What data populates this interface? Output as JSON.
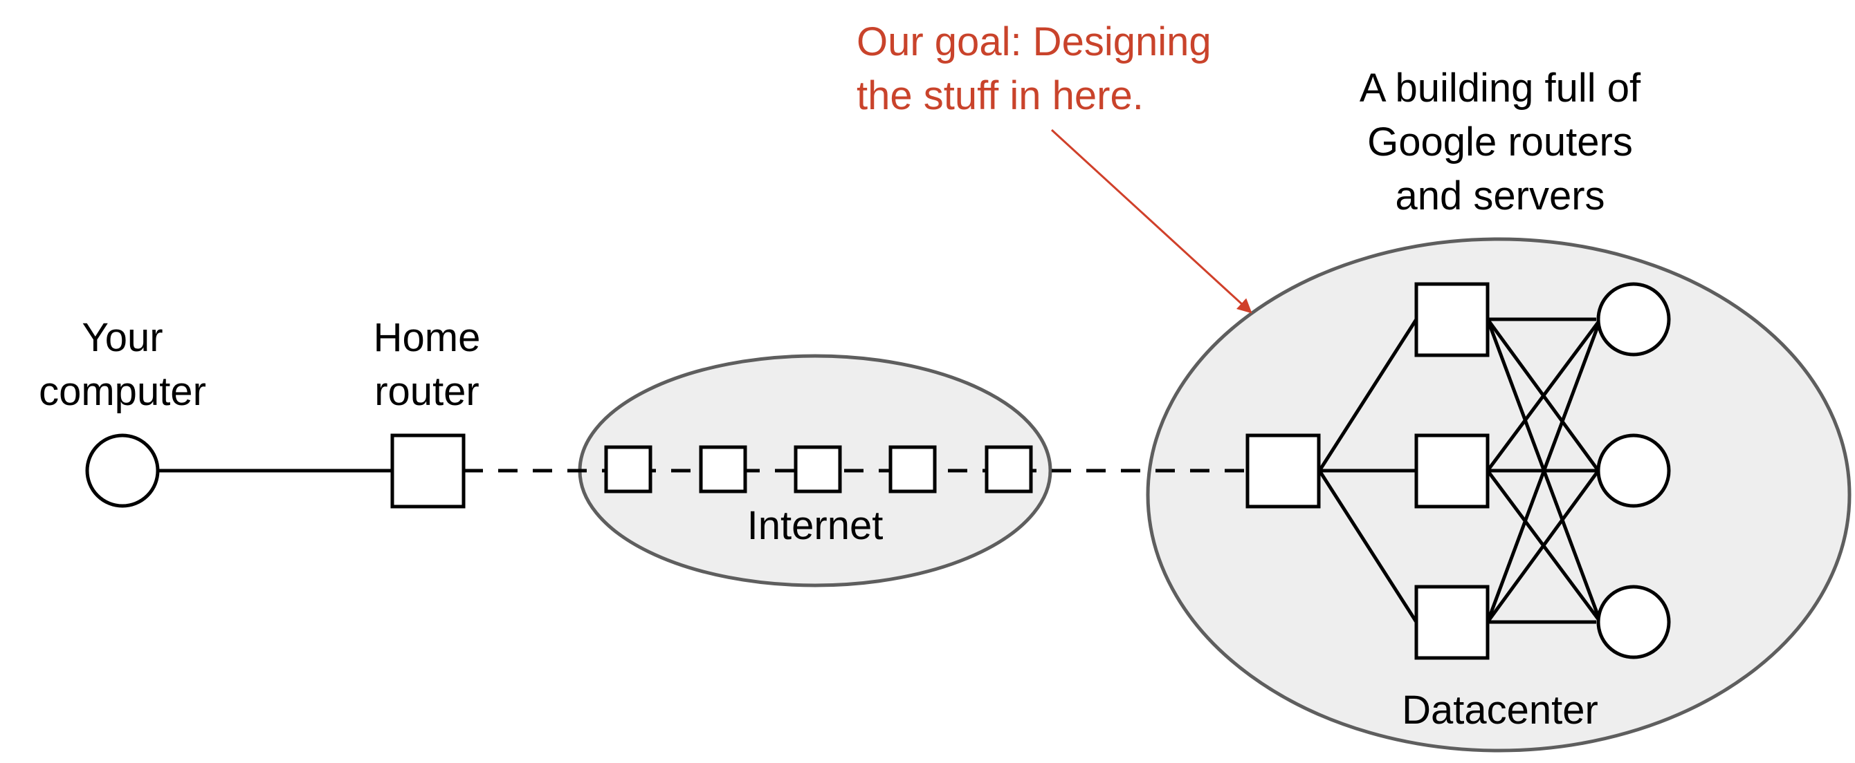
{
  "labels": {
    "your_computer_line1": "Your",
    "your_computer_line2": "computer",
    "home_router_line1": "Home",
    "home_router_line2": "router",
    "internet": "Internet",
    "datacenter": "Datacenter",
    "building_line1": "A building full of",
    "building_line2": "Google routers",
    "building_line3": "and servers",
    "goal_line1": "Our goal: Designing",
    "goal_line2": "the stuff in here."
  },
  "colors": {
    "goal_text": "#c9432b",
    "arrow": "#d0402a",
    "ellipse_fill": "#eeeeee",
    "ellipse_stroke": "#5e5e5e",
    "stroke": "#000000"
  }
}
